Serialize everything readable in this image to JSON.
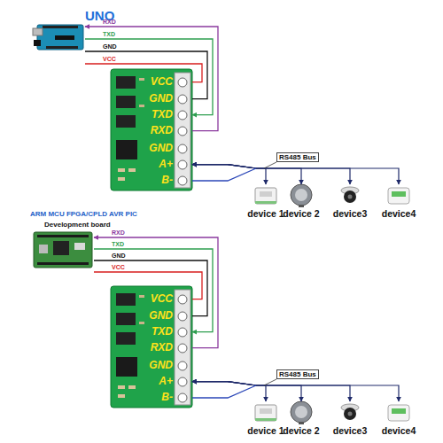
{
  "diagram": {
    "nodes": [
      {
        "text": [
          "UNO"
        ]
      },
      {
        "text": [
          "VCC",
          "GND",
          "TXD",
          "RXD",
          "GND",
          "A+",
          "B-"
        ]
      },
      {
        "text": [
          "device 1"
        ]
      },
      {
        "text": [
          "device 2"
        ]
      },
      {
        "text": [
          "device3"
        ]
      },
      {
        "text": [
          "device4"
        ]
      },
      {
        "text": [
          "ARM MCU FPGA/CPLD AVR PIC",
          "Development board"
        ]
      },
      {
        "text": [
          "VCC",
          "GND",
          "TXD",
          "RXD",
          "GND",
          "A+",
          "B-"
        ]
      },
      {
        "text": [
          "device 1"
        ]
      },
      {
        "text": [
          "device 2"
        ]
      },
      {
        "text": [
          "device3"
        ]
      },
      {
        "text": [
          "device4"
        ]
      }
    ],
    "edges": [
      {
        "from": 1,
        "to": 0,
        "label": "RXD",
        "arrow": "to"
      },
      {
        "from": 0,
        "to": 1,
        "label": "TXD",
        "arrow": "to"
      },
      {
        "from": 0,
        "to": 1,
        "label": "GND",
        "arrow": "none"
      },
      {
        "from": 0,
        "to": 1,
        "label": "VCC",
        "arrow": "none"
      },
      {
        "from": 1,
        "to": 2,
        "arrow": "both"
      },
      {
        "from": 1,
        "to": 3,
        "arrow": "both"
      },
      {
        "from": 1,
        "to": 4,
        "arrow": "both"
      },
      {
        "from": 1,
        "to": 5,
        "arrow": "both"
      },
      {
        "from": 7,
        "to": 6,
        "label": "RXD",
        "arrow": "to"
      },
      {
        "from": 6,
        "to": 7,
        "label": "TXD",
        "arrow": "to"
      },
      {
        "from": 6,
        "to": 7,
        "label": "GND",
        "arrow": "none"
      },
      {
        "from": 6,
        "to": 7,
        "label": "VCC",
        "arrow": "none"
      },
      {
        "from": 7,
        "to": 8,
        "arrow": "both"
      },
      {
        "from": 7,
        "to": 9,
        "arrow": "both"
      },
      {
        "from": 7,
        "to": 10,
        "arrow": "both"
      },
      {
        "from": 7,
        "to": 11,
        "arrow": "both"
      }
    ],
    "labels": [
      "RS485 Bus",
      "RS485 Bus"
    ]
  }
}
